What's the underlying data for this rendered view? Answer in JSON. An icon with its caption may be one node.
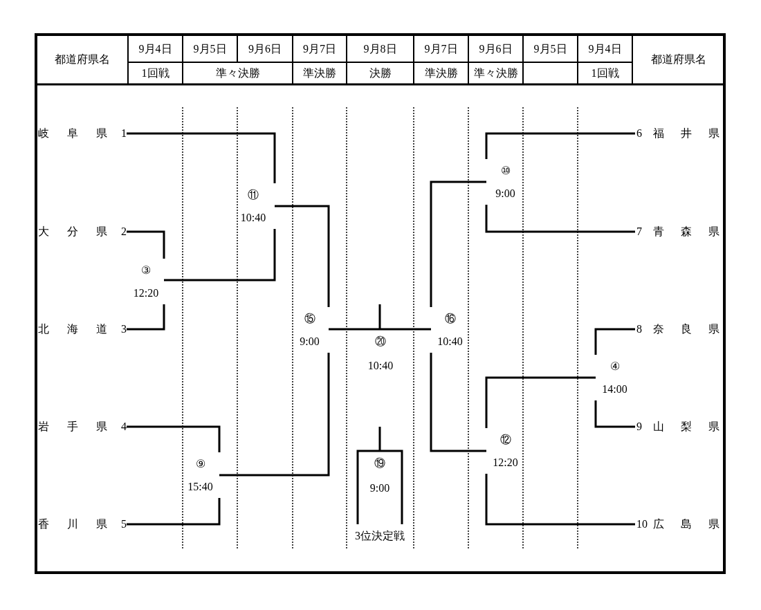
{
  "diagram": {
    "nodes": [
      {
        "text": [
          "岐阜県"
        ],
        "beside": [
          "1"
        ]
      },
      {
        "text": [
          "大分県"
        ],
        "beside": [
          "2"
        ]
      },
      {
        "text": [
          "北海道"
        ],
        "beside": [
          "3"
        ]
      },
      {
        "text": [
          "岩手県"
        ],
        "beside": [
          "4"
        ]
      },
      {
        "text": [
          "香川県"
        ],
        "beside": [
          "5"
        ]
      },
      {
        "text": [
          "福井県"
        ],
        "beside": [
          "6"
        ]
      },
      {
        "text": [
          "青森県"
        ],
        "beside": [
          "7"
        ]
      },
      {
        "text": [
          "奈良県"
        ],
        "beside": [
          "8"
        ]
      },
      {
        "text": [
          "山梨県"
        ],
        "beside": [
          "9"
        ]
      },
      {
        "text": [
          "広島県"
        ],
        "beside": [
          "10"
        ]
      },
      {
        "text": [
          "③",
          "12:20"
        ]
      },
      {
        "text": [
          "⑪",
          "10:40"
        ]
      },
      {
        "text": [
          "⑨",
          "15:40"
        ]
      },
      {
        "text": [
          "⑮",
          "9:00"
        ]
      },
      {
        "text": [
          "⑳",
          "10:40"
        ]
      },
      {
        "text": [
          "⑲",
          "9:00"
        ],
        "beside": [
          "3位決定戦"
        ]
      },
      {
        "text": [
          "⑯",
          "10:40"
        ]
      },
      {
        "text": [
          "⑩",
          "9:00"
        ]
      },
      {
        "text": [
          "④",
          "14:00"
        ]
      },
      {
        "text": [
          "⑫",
          "12:20"
        ]
      }
    ],
    "edges": [
      {
        "from": 0,
        "to": 11,
        "arrow": "none"
      },
      {
        "from": 1,
        "to": 10,
        "arrow": "none"
      },
      {
        "from": 2,
        "to": 10,
        "arrow": "none"
      },
      {
        "from": 10,
        "to": 11,
        "arrow": "none"
      },
      {
        "from": 3,
        "to": 12,
        "arrow": "none"
      },
      {
        "from": 4,
        "to": 12,
        "arrow": "none"
      },
      {
        "from": 11,
        "to": 13,
        "arrow": "none"
      },
      {
        "from": 12,
        "to": 13,
        "arrow": "none"
      },
      {
        "from": 13,
        "to": 14,
        "arrow": "none"
      },
      {
        "from": 16,
        "to": 14,
        "arrow": "none"
      },
      {
        "from": 14,
        "to": null,
        "arrow": "none"
      },
      {
        "from": 17,
        "to": 16,
        "arrow": "none"
      },
      {
        "from": 19,
        "to": 16,
        "arrow": "none"
      },
      {
        "from": 5,
        "to": 17,
        "arrow": "none"
      },
      {
        "from": 6,
        "to": 17,
        "arrow": "none"
      },
      {
        "from": 7,
        "to": 18,
        "arrow": "none"
      },
      {
        "from": 8,
        "to": 18,
        "arrow": "none"
      },
      {
        "from": 18,
        "to": 19,
        "arrow": "none"
      },
      {
        "from": 9,
        "to": 19,
        "arrow": "none"
      },
      {
        "from": null,
        "to": 15,
        "arrow": "none"
      },
      {
        "from": null,
        "to": 15,
        "arrow": "none"
      },
      {
        "from": 15,
        "to": null,
        "arrow": "none"
      }
    ],
    "labels": [
      "都道府県名",
      "9月4日",
      "9月5日",
      "9月6日",
      "9月7日",
      "9月8日",
      "9月7日",
      "9月6日",
      "9月5日",
      "9月4日",
      "都道府県名",
      "1回戦",
      "準々決勝",
      "準決勝",
      "決勝",
      "準決勝",
      "準々決勝",
      "1回戦"
    ]
  }
}
